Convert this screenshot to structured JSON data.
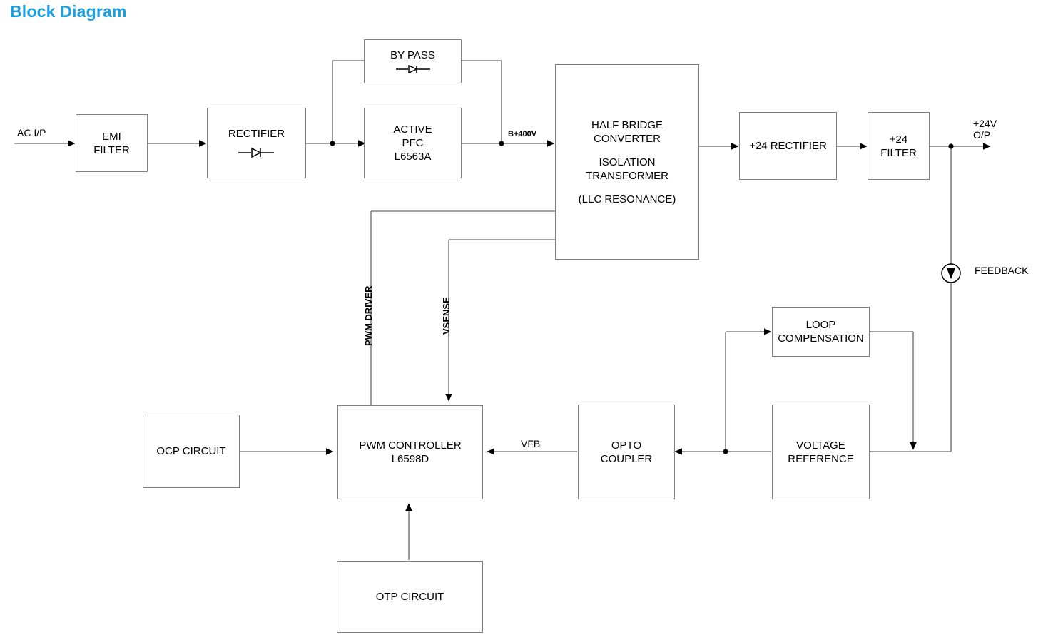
{
  "page": {
    "title": "Block Diagram",
    "title_color": "#1BA0E1",
    "background": "#ffffff",
    "line_color": "#808080",
    "text_color": "#000000"
  },
  "blocks": {
    "emi_filter": {
      "line1": "EMI",
      "line2": "FILTER"
    },
    "rectifier": {
      "line1": "RECTIFIER",
      "icon": "diode-icon"
    },
    "by_pass": {
      "line1": "BY PASS",
      "icon": "diode-icon"
    },
    "active_pfc": {
      "line1": "ACTIVE",
      "line2": "PFC",
      "line3": "L6563A"
    },
    "half_bridge": {
      "line1": "HALF BRIDGE",
      "line2": "CONVERTER",
      "line3": "ISOLATION",
      "line4": "TRANSFORMER",
      "line5": "(LLC RESONANCE)"
    },
    "rect_24": {
      "line1": "+24 RECTIFIER"
    },
    "filter_24": {
      "line1": "+24",
      "line2": "FILTER"
    },
    "loop_compensation": {
      "line1": "LOOP",
      "line2": "COMPENSATION"
    },
    "voltage_reference": {
      "line1": "VOLTAGE",
      "line2": "REFERENCE"
    },
    "opto_coupler": {
      "line1": "OPTO",
      "line2": "COUPLER"
    },
    "pwm_controller": {
      "line1": "PWM CONTROLLER",
      "line2": "L6598D"
    },
    "ocp_circuit": {
      "line1": "OCP CIRCUIT"
    },
    "otp_circuit": {
      "line1": "OTP CIRCUIT"
    }
  },
  "labels": {
    "ac_input": "AC I/P",
    "b_400v": "B+400V",
    "out_24v_1": "+24V",
    "out_24v_2": "O/P",
    "feedback": "FEEDBACK",
    "vfb": "VFB",
    "pwm_driver": "PWM DRIVER",
    "vsense": "VSENSE"
  }
}
